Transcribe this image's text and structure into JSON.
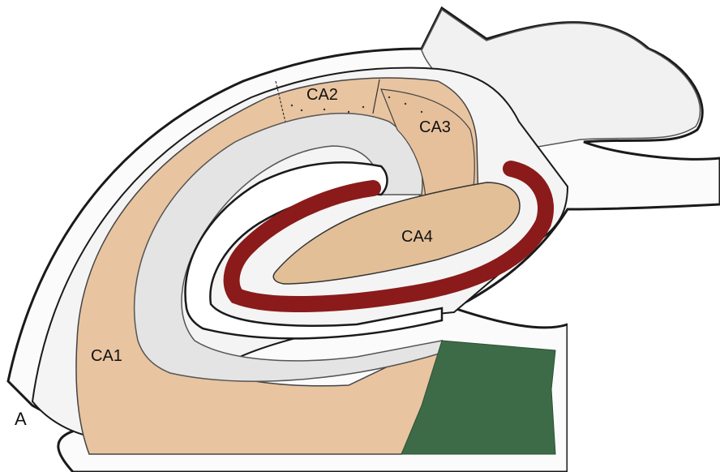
{
  "labels": {
    "ca1": "CA1",
    "ca2": "CA2",
    "ca3": "CA3",
    "ca4": "CA4",
    "panel": "A"
  },
  "colors": {
    "pyramidal_layer": "#e8c4a0",
    "dentate_granule_layer": "#8b1a1a",
    "subiculum": "#3e6b47",
    "ca4_hilus": "#e3bf97",
    "outline": "#1a1a1a"
  }
}
